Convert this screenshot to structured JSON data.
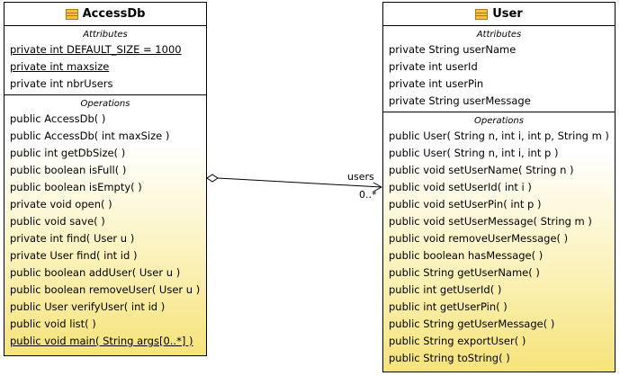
{
  "classes": {
    "accessdb": {
      "name": "AccessDb",
      "attributes_title": "Attributes",
      "attributes": [
        {
          "text": "private int DEFAULT_SIZE = 1000",
          "static": true
        },
        {
          "text": "private int maxsize",
          "static": true
        },
        {
          "text": "private int nbrUsers",
          "static": false
        }
      ],
      "operations_title": "Operations",
      "operations": [
        {
          "text": "public AccessDb(  )",
          "static": false
        },
        {
          "text": "public AccessDb( int maxSize )",
          "static": false
        },
        {
          "text": "public int  getDbSize(  )",
          "static": false
        },
        {
          "text": "public boolean  isFull(  )",
          "static": false
        },
        {
          "text": "public boolean  isEmpty(  )",
          "static": false
        },
        {
          "text": "private void  open(  )",
          "static": false
        },
        {
          "text": "public void  save(  )",
          "static": false
        },
        {
          "text": "private int  find( User u )",
          "static": false
        },
        {
          "text": "private User  find( int id )",
          "static": false
        },
        {
          "text": "public boolean  addUser( User u )",
          "static": false
        },
        {
          "text": "public boolean  removeUser( User u )",
          "static": false
        },
        {
          "text": "public User  verifyUser( int id )",
          "static": false
        },
        {
          "text": "public void  list(  )",
          "static": false
        },
        {
          "text": "public void  main( String args[0..*] )",
          "static": true
        }
      ]
    },
    "user": {
      "name": "User",
      "attributes_title": "Attributes",
      "attributes": [
        {
          "text": "private String userName",
          "static": false
        },
        {
          "text": "private int userId",
          "static": false
        },
        {
          "text": "private int userPin",
          "static": false
        },
        {
          "text": "private String userMessage",
          "static": false
        }
      ],
      "operations_title": "Operations",
      "operations": [
        {
          "text": "public User( String n, int i, int p, String m )",
          "static": false
        },
        {
          "text": "public User( String n, int i, int p )",
          "static": false
        },
        {
          "text": "public void  setUserName( String n )",
          "static": false
        },
        {
          "text": "public void  setUserId( int i )",
          "static": false
        },
        {
          "text": "public void  setUserPin( int p )",
          "static": false
        },
        {
          "text": "public void  setUserMessage( String m )",
          "static": false
        },
        {
          "text": "public void  removeUserMessage(  )",
          "static": false
        },
        {
          "text": "public boolean  hasMessage(  )",
          "static": false
        },
        {
          "text": "public String  getUserName(  )",
          "static": false
        },
        {
          "text": "public int  getUserId(  )",
          "static": false
        },
        {
          "text": "public int  getUserPin(  )",
          "static": false
        },
        {
          "text": "public String  getUserMessage(  )",
          "static": false
        },
        {
          "text": "public String  exportUser(  )",
          "static": false
        },
        {
          "text": "public String  toString(  )",
          "static": false
        }
      ]
    }
  },
  "association": {
    "role": "users",
    "multiplicity": "0..*",
    "source_end": "aggregation-diamond",
    "target_end": "open-arrow"
  },
  "colors": {
    "gradient_light": "#ffffff",
    "gradient_dark": "#f6e37a",
    "border": "#000000",
    "class_icon": "#f5c042"
  },
  "icons": {
    "class": "class-icon"
  }
}
